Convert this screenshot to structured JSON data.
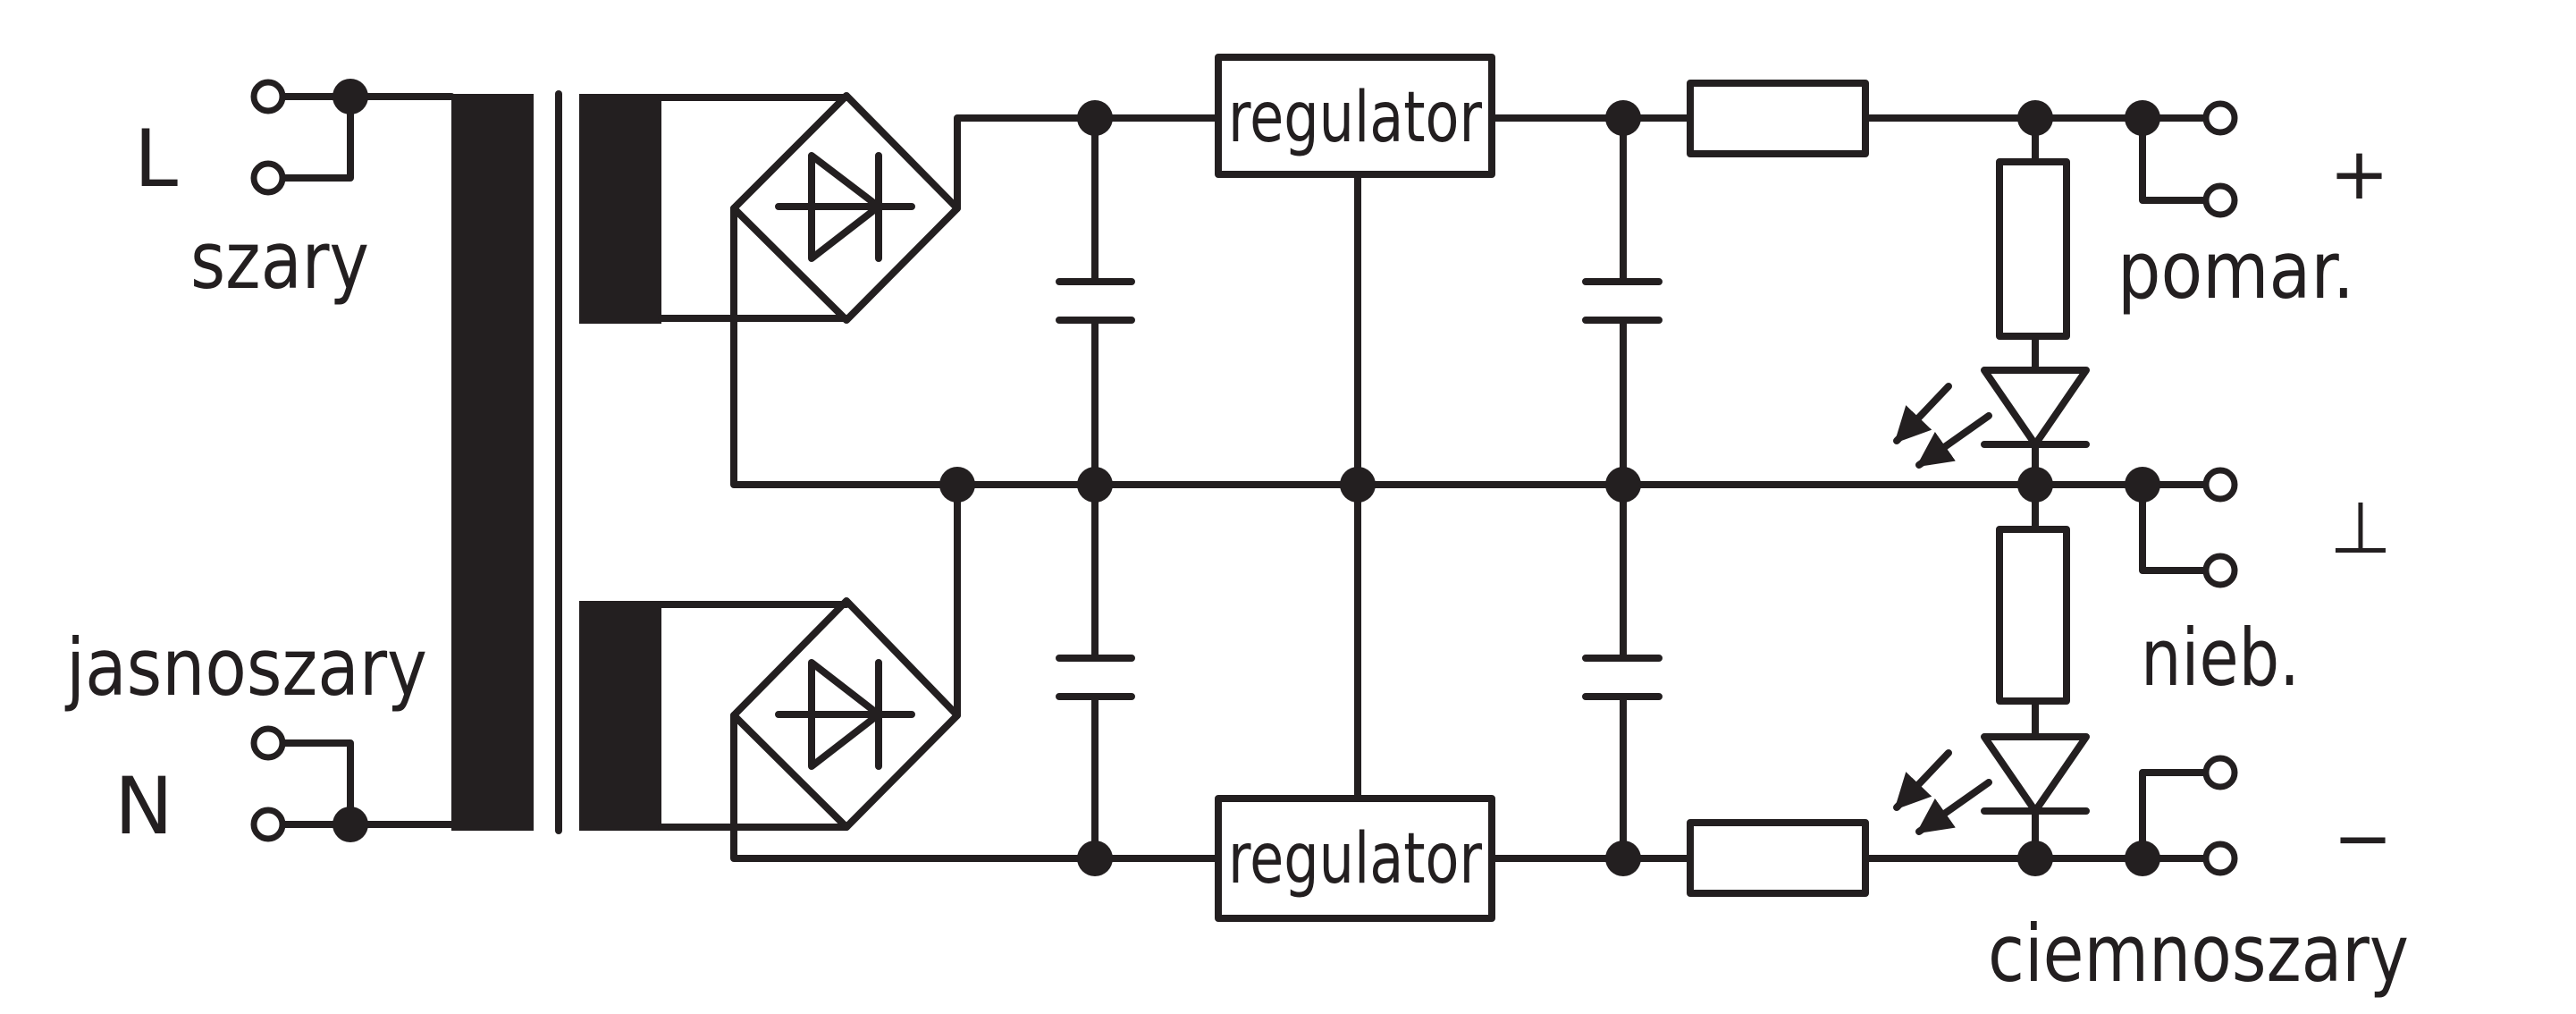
{
  "diagram": {
    "input_labels": {
      "line": "L",
      "neutral": "N",
      "line_wire_color": "szary",
      "neutral_wire_color": "jasnoszary"
    },
    "regulators": {
      "top": "regulator",
      "bottom": "regulator"
    },
    "output_labels": {
      "positive": "+",
      "ground": "⊥",
      "negative": "−",
      "positive_wire_color": "pomar.",
      "ground_wire_color": "nieb.",
      "negative_wire_color": "ciemnoszary"
    },
    "colors": {
      "ink": "#231f20",
      "background": "#ffffff"
    }
  }
}
